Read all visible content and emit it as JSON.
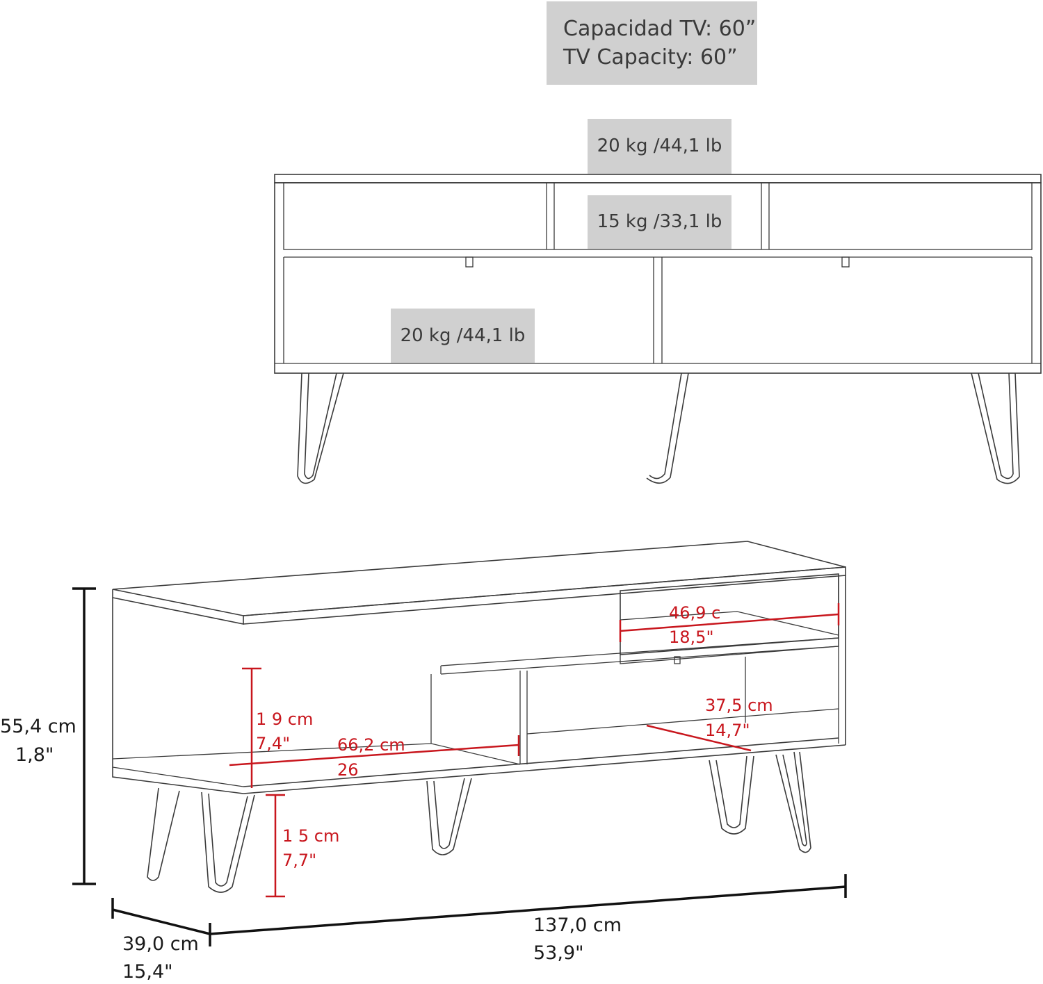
{
  "labels": {
    "tv_capacity_es": "Capacidad TV: 60”",
    "tv_capacity_en": "TV Capacity: 60”",
    "top_load": "20 kg /44,1 lb",
    "middle_load": "15 kg /33,1 lb",
    "bottom_load": "20 kg /44,1 lb"
  },
  "dimensions": {
    "height_cm": "55,4 cm",
    "height_in": "1,8\"",
    "depth_cm": "39,0 cm",
    "depth_in": "15,4\"",
    "width_cm": "137,0 cm",
    "width_in": "53,9\"",
    "drawer_width_cm": "46,9 c",
    "drawer_width_in": "18,5\"",
    "shelf_height_cm": "1  9 cm",
    "shelf_height_in": "7,4\"",
    "shelf_width_cm": "66,2 cm",
    "shelf_width_in": "26",
    "compartment_width_cm": "37,5 cm",
    "compartment_width_in": "14,7\"",
    "leg_height_cm": "1  5 cm",
    "leg_height_in": "7,7\""
  },
  "colors": {
    "label_box": "#d0d0d0",
    "dimension_red": "#c8161d",
    "line": "#3a3a3a"
  }
}
